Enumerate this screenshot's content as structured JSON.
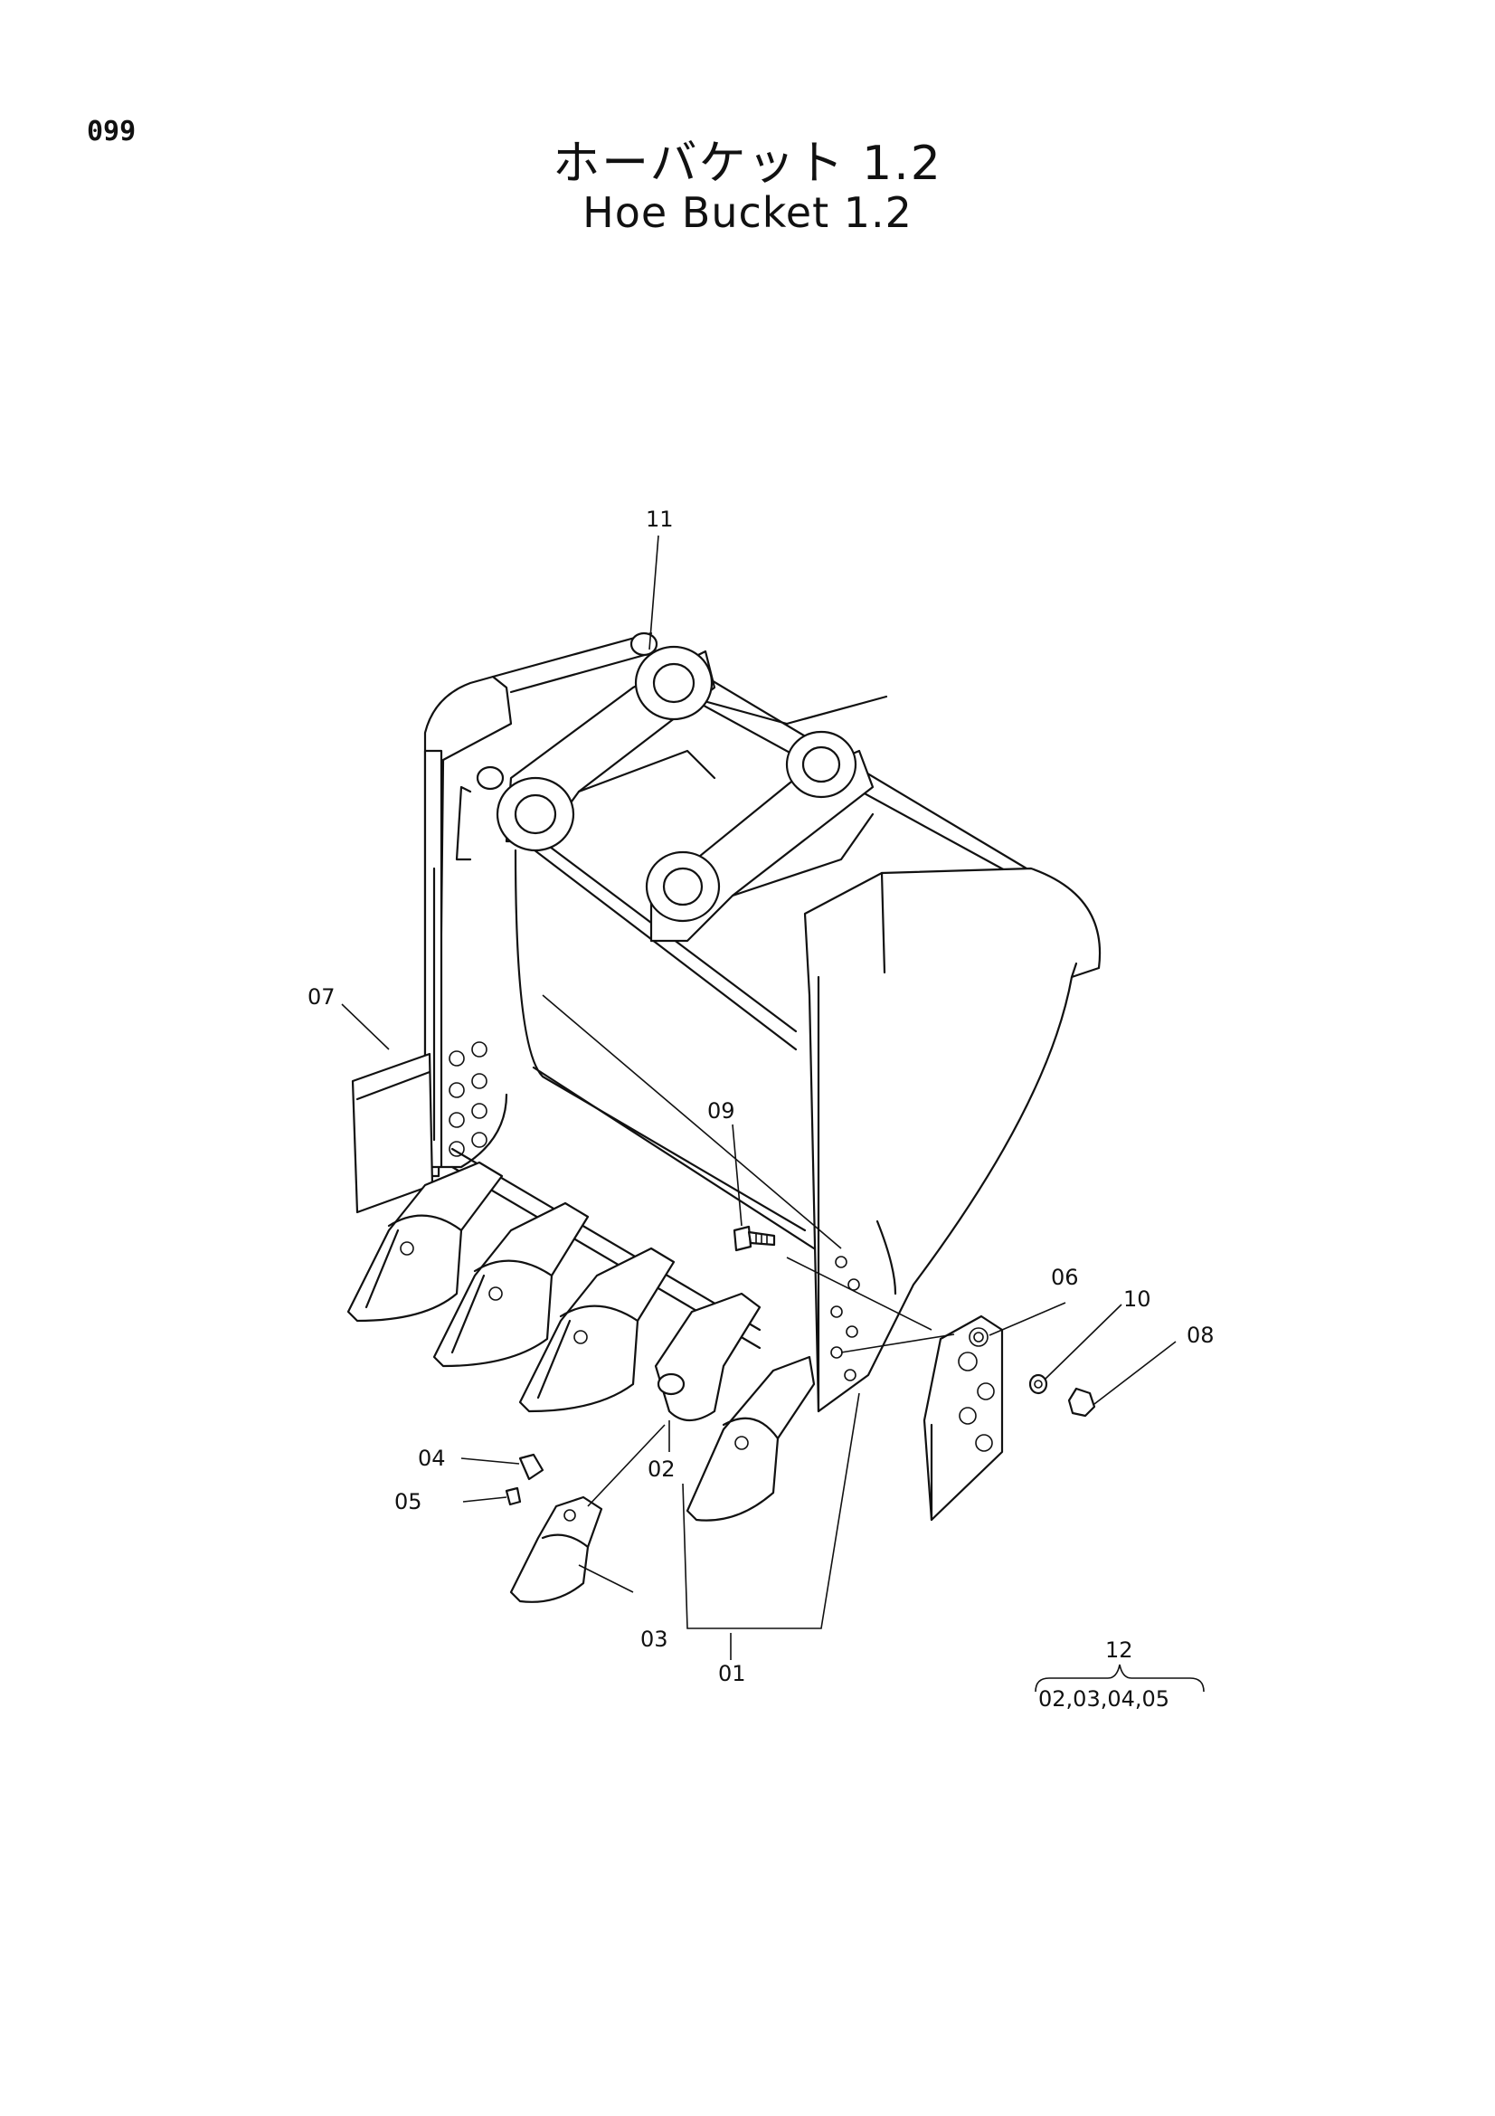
{
  "header": {
    "page_number": "099",
    "title_jp": "ホーバケット 1.2",
    "title_en": "Hoe Bucket 1.2"
  },
  "callouts": {
    "c01": "01",
    "c02": "02",
    "c03": "03",
    "c04": "04",
    "c05": "05",
    "c06": "06",
    "c07": "07",
    "c08": "08",
    "c09": "09",
    "c10": "10",
    "c11": "11",
    "c12": "12",
    "c12_components": "02,03,04,05"
  }
}
